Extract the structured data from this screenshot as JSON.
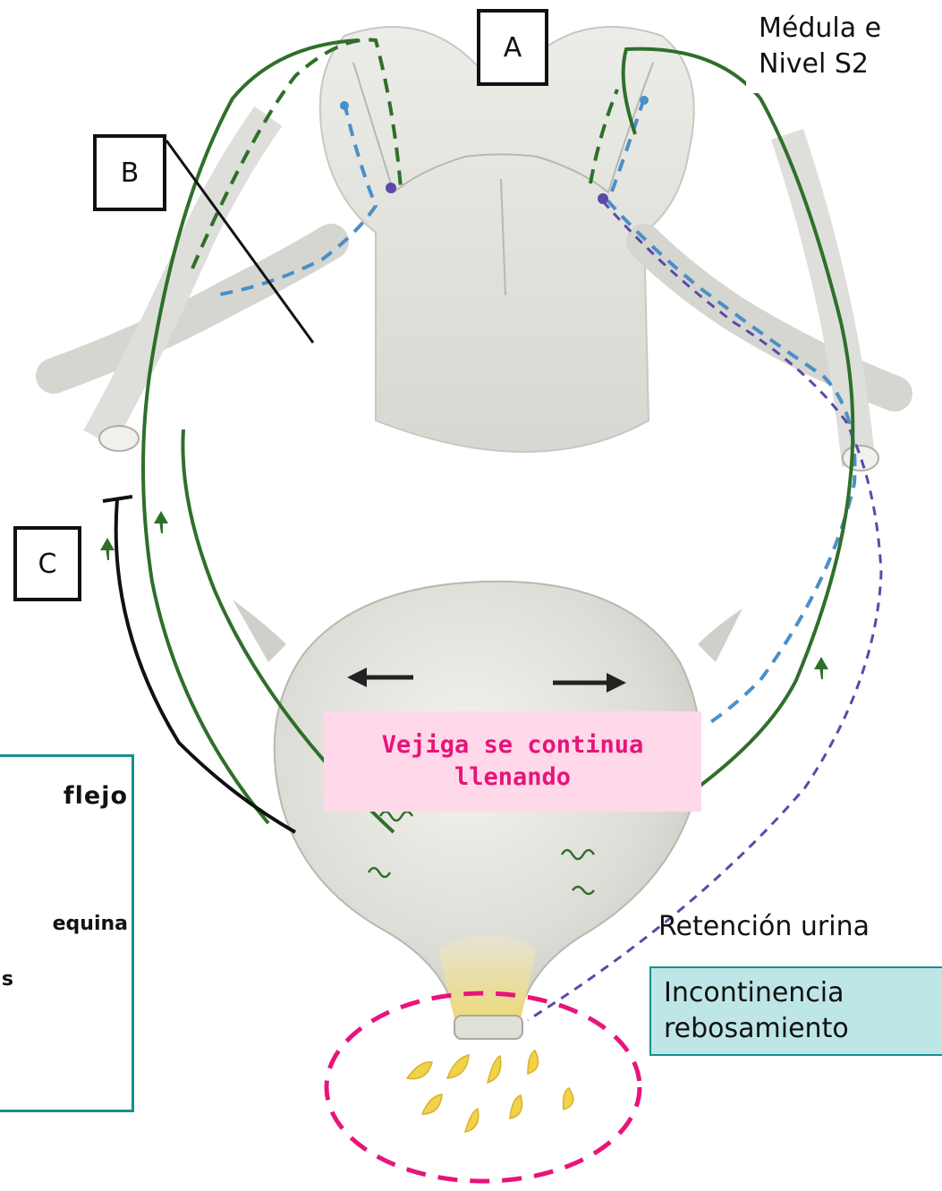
{
  "labels": {
    "a": "A",
    "b": "B",
    "c": "C"
  },
  "medulla": {
    "line1": "Médula e",
    "line2": "Nivel S2"
  },
  "bladder": {
    "line1": "Vejiga se continua",
    "line2": "llenando"
  },
  "info_box": {
    "line1": "flejo",
    "line2": "equina",
    "line3": "s"
  },
  "retention": {
    "text": "Retención urina"
  },
  "overflow": {
    "line1": "Incontinencia",
    "line2": "rebosamiento"
  },
  "colors": {
    "nerve_green": "#2f6f2a",
    "sensory_blue": "#4a8fc9",
    "motor_purple": "#5a4aa8",
    "highlight_pink": "#e8147a",
    "tissue_gray": "#e6e6e2",
    "urine_yellow": "#f2d24a"
  }
}
